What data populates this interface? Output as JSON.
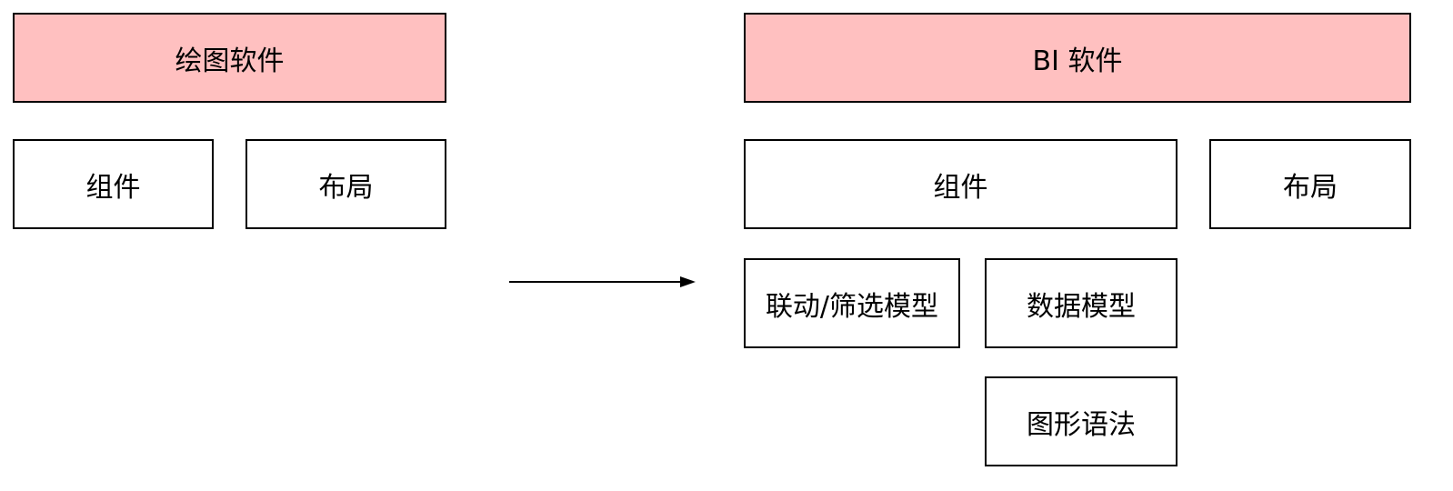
{
  "left_diagram": {
    "header": "绘图软件",
    "children": [
      "组件",
      "布局"
    ]
  },
  "right_diagram": {
    "header": "BI 软件",
    "component": "组件",
    "layout": "布局",
    "sub_components": [
      "联动/筛选模型",
      "数据模型",
      "图形语法"
    ]
  },
  "colors": {
    "header_fill": "#ffc0c0",
    "box_fill": "#ffffff",
    "stroke": "#000000"
  },
  "connector": {
    "type": "arrow",
    "direction": "right",
    "from": "left_diagram",
    "to": "right_diagram"
  }
}
